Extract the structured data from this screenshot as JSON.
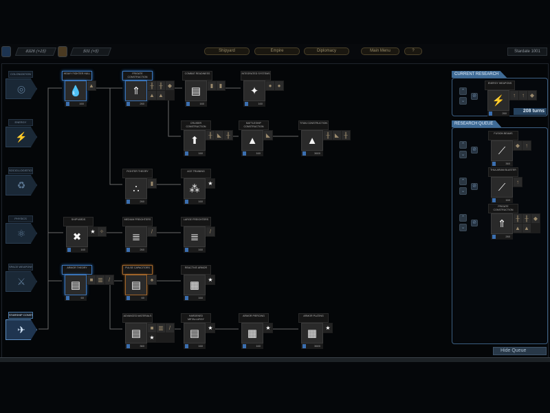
{
  "topbar": {
    "credits": "8326 (+15)",
    "research": "501 (+5)",
    "buttons": [
      "Shipyard",
      "Empire",
      "Diplomacy",
      "Main Menu",
      "?"
    ],
    "stardate": "Stardate 1001"
  },
  "categories": [
    {
      "label": "COLONIZATION",
      "icon": "colony-icon",
      "glyph": "◎"
    },
    {
      "label": "ENERGY",
      "icon": "energy-icon",
      "glyph": "⚡"
    },
    {
      "label": "SOCIO-LOGISTICS",
      "icon": "socio-icon",
      "glyph": "♻"
    },
    {
      "label": "PHYSICS",
      "icon": "atom-icon",
      "glyph": "⚛"
    },
    {
      "label": "SPACE WEAPONS",
      "icon": "weapons-icon",
      "glyph": "⚔"
    },
    {
      "label": "STARSHIP CONSTRUCTION",
      "icon": "starship-icon",
      "glyph": "✈"
    }
  ],
  "tree": [
    {
      "label": "HEAVY FIGHTER HULL",
      "cost": "160",
      "glyph": "💧",
      "state": "hl",
      "extras": [
        "▲"
      ]
    },
    {
      "label": "FRIGATE CONSTRUCTION",
      "cost": "260",
      "glyph": "⇑",
      "state": "hl",
      "extras": [
        "╫",
        "╫",
        "◆",
        "▲",
        "▲"
      ]
    },
    {
      "label": "COMBAT READINESS",
      "cost": "160",
      "glyph": "▤",
      "state": "",
      "extras": [
        "▮",
        "▮"
      ]
    },
    {
      "label": "INTEGRATED SYSTEMS",
      "cost": "160",
      "glyph": "✦",
      "state": "",
      "extras": [
        "●",
        "●"
      ]
    },
    {
      "label": "CRUISER CONSTRUCTION",
      "cost": "160",
      "glyph": "⬆",
      "state": "",
      "extras": [
        "╫",
        "◣",
        "╫"
      ]
    },
    {
      "label": "BATTLESHIP CONSTRUCTION",
      "cost": "160",
      "glyph": "▲",
      "state": "",
      "extras": [
        "◣"
      ]
    },
    {
      "label": "TITAN CONSTRUCTION",
      "cost": "3600",
      "glyph": "▲",
      "state": "",
      "extras": [
        "╫",
        "◣",
        "╫"
      ]
    },
    {
      "label": "FIGHTER THEORY",
      "cost": "260",
      "glyph": "∴",
      "state": "",
      "extras": [
        "▮"
      ]
    },
    {
      "label": "ACE TRAINING",
      "cost": "160",
      "glyph": "⁂",
      "state": "",
      "extras": [
        "★"
      ]
    },
    {
      "label": "SHIPYARDS",
      "cost": "160",
      "glyph": "✖",
      "state": "",
      "extras": [
        "★",
        "✧"
      ]
    },
    {
      "label": "MEDIUM FREIGHTERS",
      "cost": "260",
      "glyph": "≣",
      "state": "",
      "extras": [
        "/"
      ]
    },
    {
      "label": "LARGE FREIGHTERS",
      "cost": "160",
      "glyph": "≣",
      "state": "",
      "extras": [
        "/"
      ]
    },
    {
      "label": "ARMOR THEORY",
      "cost": "60",
      "glyph": "▤",
      "state": "hl",
      "extras": [
        "■",
        "▥",
        "/"
      ]
    },
    {
      "label": "PULSE CAPACITORS",
      "cost": "60",
      "glyph": "▤",
      "state": "orange",
      "extras": [
        "♠"
      ]
    },
    {
      "label": "REACTIVE ARMOR",
      "cost": "160",
      "glyph": "▦",
      "state": "",
      "extras": [
        "★"
      ]
    },
    {
      "label": "ADVANCED MATERIALS",
      "cost": "360",
      "glyph": "▤",
      "state": "",
      "extras": [
        "■",
        "▥",
        "/",
        "★"
      ]
    },
    {
      "label": "HARDENED METALLURGY",
      "cost": "160",
      "glyph": "▤",
      "state": "",
      "extras": [
        "★"
      ]
    },
    {
      "label": "ARMOR PIERCING",
      "cost": "160",
      "glyph": "▦",
      "state": "",
      "extras": [
        "★"
      ]
    },
    {
      "label": "ARMOR PLATING",
      "cost": "3600",
      "glyph": "▦",
      "state": "",
      "extras": [
        "★"
      ]
    }
  ],
  "current_research": {
    "title": "CURRENT RESEARCH",
    "item": {
      "label": "ENERGY WEAPONS",
      "cost": "260",
      "glyph": "⚡",
      "extras": [
        "↑",
        "↑",
        "◆"
      ]
    },
    "turns": "208 turns"
  },
  "queue": {
    "title": "RESEARCH QUEUE",
    "items": [
      {
        "label": "FUSION BEAMS",
        "cost": "360",
        "glyph": "⟋",
        "extras": [
          "◆",
          "↑"
        ]
      },
      {
        "label": "THULARIAN BLASTER",
        "cost": "160",
        "glyph": "⟋",
        "extras": [
          "↑"
        ]
      },
      {
        "label": "FRIGATE CONSTRUCTION",
        "cost": "260",
        "glyph": "⇑",
        "extras": [
          "╫",
          "╫",
          "◆",
          "▲",
          "▲"
        ]
      }
    ]
  },
  "hide_queue": "Hide Queue"
}
